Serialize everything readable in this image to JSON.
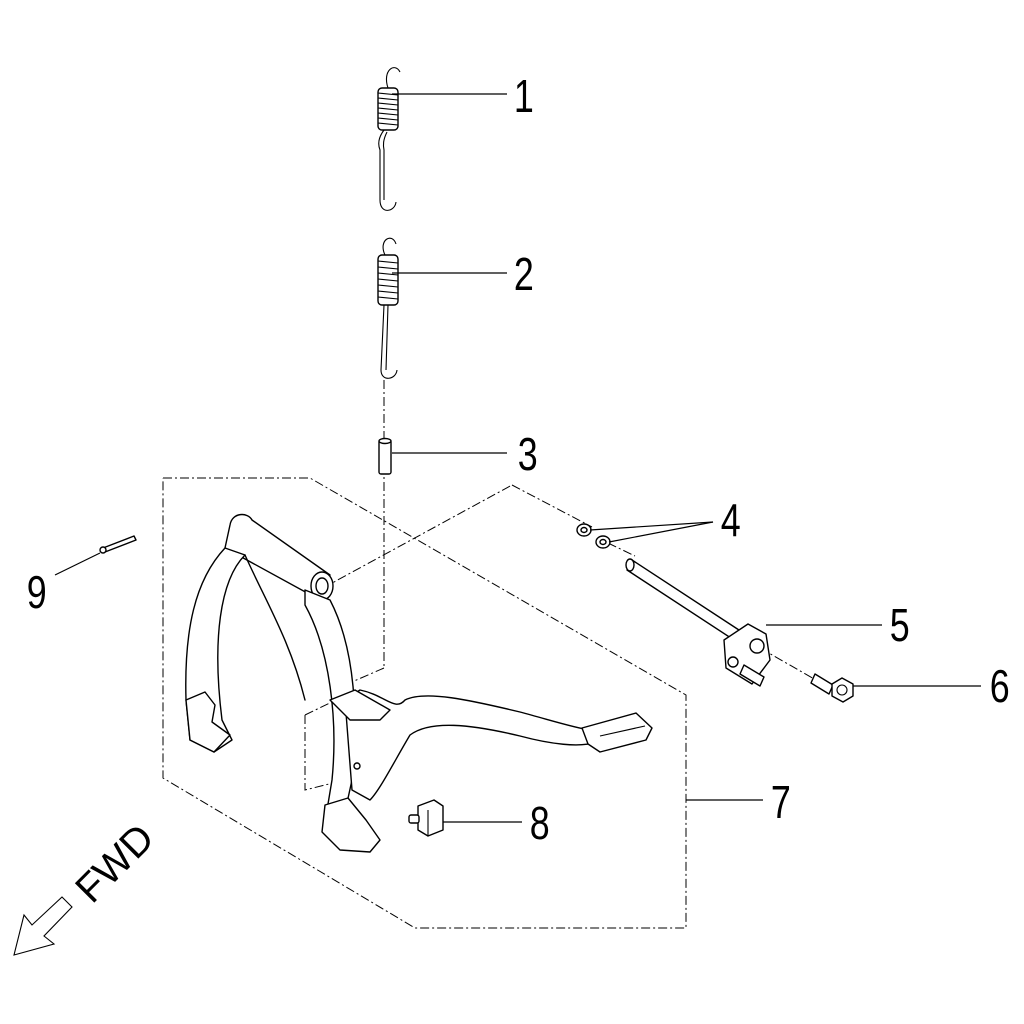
{
  "diagram": {
    "callouts": [
      {
        "label": "1"
      },
      {
        "label": "2"
      },
      {
        "label": "3"
      },
      {
        "label": "4"
      },
      {
        "label": "5"
      },
      {
        "label": "6"
      },
      {
        "label": "7"
      },
      {
        "label": "8"
      },
      {
        "label": "9"
      }
    ],
    "direction_indicator": {
      "label": "FWD",
      "icon": "arrow-down-left-icon"
    }
  }
}
